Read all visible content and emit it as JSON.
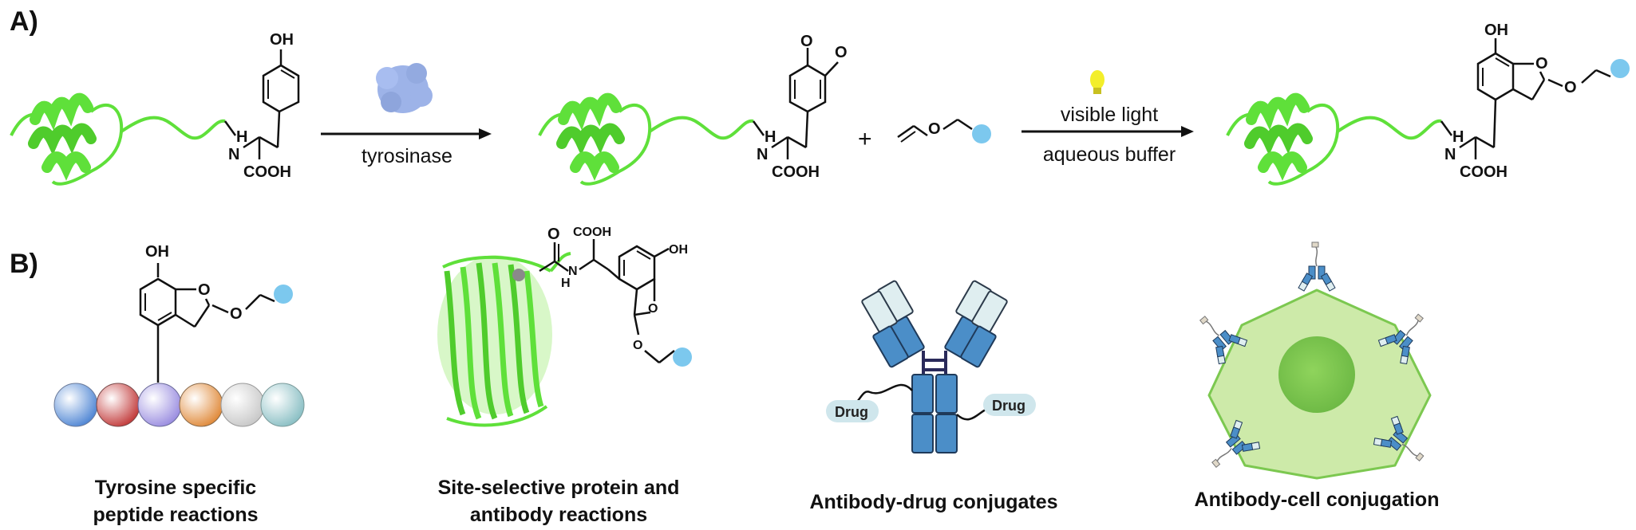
{
  "panels": {
    "a_label": "A)",
    "b_label": "B)"
  },
  "reaction": {
    "step1_reagent": "tyrosinase",
    "plus": "+",
    "step2_condition_top": "visible light",
    "step2_condition_bottom": "aqueous buffer"
  },
  "atoms": {
    "oh": "OH",
    "nh": "H",
    "n": "N",
    "cooh": "COOH",
    "o": "O",
    "drug": "Drug"
  },
  "captions": [
    {
      "line1": "Tyrosine specific",
      "line2": "peptide reactions"
    },
    {
      "line1": "Site-selective protein and",
      "line2": "antibody reactions"
    },
    {
      "line1": "Antibody-drug conjugates",
      "line2": ""
    },
    {
      "line1": "Antibody-cell conjugation",
      "line2": ""
    }
  ],
  "colors": {
    "protein": "#5fe03a",
    "tag": "#7cc8ee",
    "tyrosinase": "#9db3e8",
    "bulb": "#f3ee2a",
    "antibody": "#4b8ec8",
    "antibody_light": "#dfeef0",
    "cell": "#cdeaa9",
    "nucleus": "#7cc850",
    "beads": [
      "#4f86d4",
      "#c23a3a",
      "#9a8de0",
      "#e08a3a",
      "#d8d8d8",
      "#9ac8cc"
    ]
  }
}
